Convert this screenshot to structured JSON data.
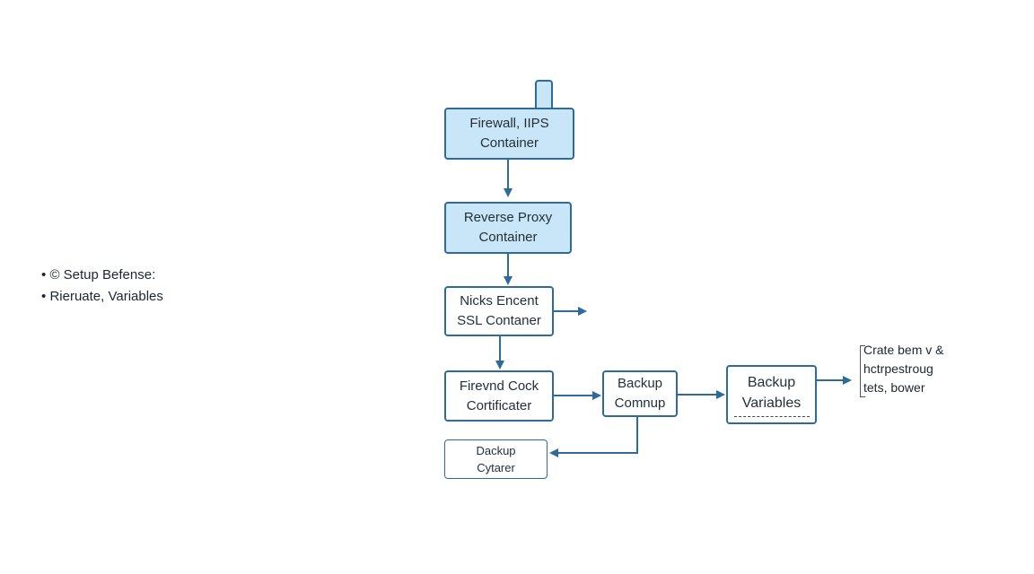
{
  "legend": {
    "items": [
      {
        "bullet": "•",
        "icon": "©",
        "text": "Setup Befense:"
      },
      {
        "bullet": "•",
        "icon": "",
        "text": "Rieruate, Variables"
      }
    ]
  },
  "nodes": {
    "firewall": [
      "Firewall, IIPS",
      "Container"
    ],
    "reverse_proxy": [
      "Reverse Proxy",
      "Container"
    ],
    "nicks": [
      "Nicks Encent",
      "SSL Contaner"
    ],
    "firevnd": [
      "Firevnd Cock",
      "Cortificater"
    ],
    "backup_comnup": [
      "Backup",
      "Comnup"
    ],
    "backup_variables": [
      "Backup",
      "Variables"
    ],
    "backup_cytaner": [
      "Dackup",
      "Cytarer"
    ]
  },
  "note": [
    "Crate bem v &",
    "hctrpestroug",
    "tets, bower"
  ],
  "colors": {
    "stroke": "#2e6b98",
    "fill": "#c8e6f7",
    "arrow": "#2e6b98"
  }
}
